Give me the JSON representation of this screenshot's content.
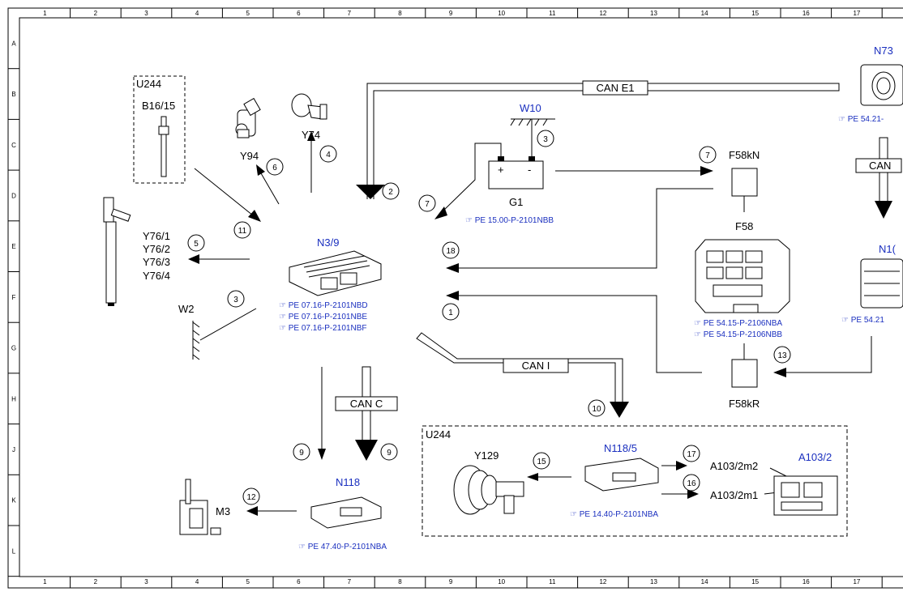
{
  "grid": {
    "columns": [
      "1",
      "2",
      "3",
      "4",
      "5",
      "6",
      "7",
      "8",
      "9",
      "10",
      "11",
      "12",
      "13",
      "14",
      "15",
      "16",
      "17"
    ],
    "rows": [
      "A",
      "B",
      "C",
      "D",
      "E",
      "F",
      "G",
      "H",
      "J",
      "K",
      "L"
    ]
  },
  "components": {
    "n3_9": {
      "name": "N3/9",
      "refs": [
        "PE 07.16-P-2101NBD",
        "PE 07.16-P-2101NBE",
        "PE 07.16-P-2101NBF"
      ]
    },
    "n73": {
      "name": "N73",
      "ref": "PE 54.21-"
    },
    "n10": {
      "name": "N1("
    },
    "n10_ref": "PE 54.21",
    "u244_top": "U244",
    "b16_15": "B16/15",
    "y94": "Y94",
    "y74": "Y74",
    "w10": "W10",
    "g1": {
      "name": "G1",
      "ref": "PE 15.00-P-2101NBB",
      "plus": "+",
      "minus": "-"
    },
    "f58kn": "F58kN",
    "f58": {
      "name": "F58",
      "refs": [
        "PE 54.15-P-2106NBA",
        "PE 54.15-P-2106NBB"
      ]
    },
    "f58kr": "F58kR",
    "y76": [
      "Y76/1",
      "Y76/2",
      "Y76/3",
      "Y76/4"
    ],
    "w2": "W2",
    "m3": "M3",
    "n118": {
      "name": "N118",
      "ref": "PE 47.40-P-2101NBA"
    },
    "u244_bottom": "U244",
    "y129": "Y129",
    "n118_5": {
      "name": "N118/5",
      "ref": "PE 14.40-P-2101NBA"
    },
    "a103_2": "A103/2",
    "a103_2m2": "A103/2m2",
    "a103_2m1": "A103/2m1"
  },
  "buses": {
    "can_e1": "CAN E1",
    "can_c": "CAN C",
    "can_i": "CAN I",
    "can_right": "CAN"
  },
  "arrows": {
    "a1": "1",
    "a2": "2",
    "a3a": "3",
    "a3b": "3",
    "a4": "4",
    "a5": "5",
    "a6": "6",
    "a7a": "7",
    "a7b": "7",
    "a9a": "9",
    "a9b": "9",
    "a10": "10",
    "a11": "11",
    "a12": "12",
    "a13": "13",
    "a15": "15",
    "a16": "16",
    "a17": "17",
    "a18": "18"
  }
}
